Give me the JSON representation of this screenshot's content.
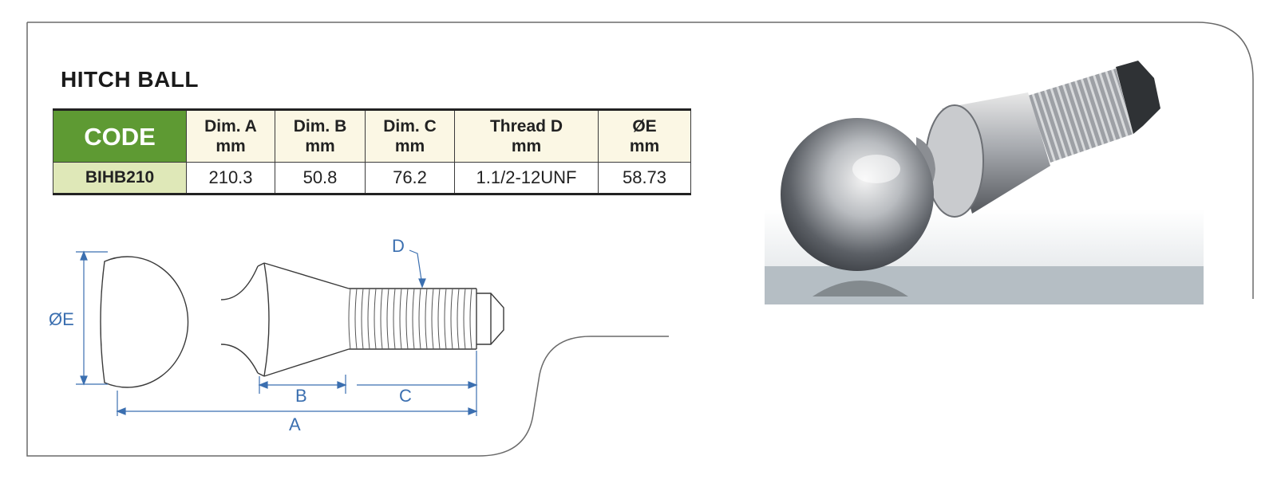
{
  "title": "HITCH BALL",
  "table": {
    "headers": [
      {
        "line1": "CODE",
        "line2": ""
      },
      {
        "line1": "Dim. A",
        "line2": "mm"
      },
      {
        "line1": "Dim. B",
        "line2": "mm"
      },
      {
        "line1": "Dim. C",
        "line2": "mm"
      },
      {
        "line1": "Thread D",
        "line2": "mm"
      },
      {
        "line1": "ØE",
        "line2": "mm"
      }
    ],
    "rows": [
      [
        "BIHB210",
        "210.3",
        "50.8",
        "76.2",
        "1.1/2-12UNF",
        "58.73"
      ]
    ]
  },
  "diagram": {
    "label_a": "A",
    "label_b": "B",
    "label_c": "C",
    "label_d": "D",
    "label_e": "ØE",
    "line_color": "#3b6fb0"
  },
  "colors": {
    "code_header": "#5e9a33",
    "code_cell": "#dfe8b8",
    "header_bg": "#fbf7e4"
  }
}
